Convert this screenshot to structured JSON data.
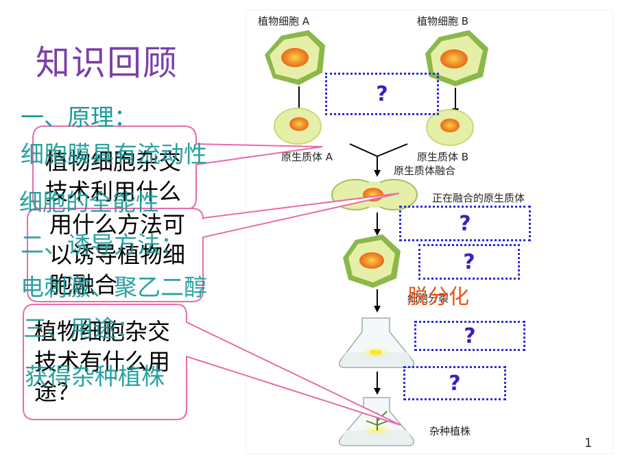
{
  "slide": {
    "title": "知识回顾",
    "page_number": "1"
  },
  "answers": {
    "heading_principle": "一、原理：",
    "principle_1": "细胞膜具有流动性",
    "principle_2": "细胞的全能性",
    "heading_method": "二、诱导方法：",
    "method_1": "电刺激、聚乙二醇",
    "heading_use": "三、用途：",
    "use_1": "获得杂种植株"
  },
  "callouts": [
    {
      "lines": [
        "植物细胞杂交",
        "技术利用什么"
      ]
    },
    {
      "lines": [
        "用什么方法可",
        "以诱导植物细",
        "胞融合"
      ]
    },
    {
      "lines": [
        "植物细胞杂交",
        "技术有什么用",
        "途？"
      ]
    }
  ],
  "diagram": {
    "cell_a": "植物细胞 A",
    "cell_b": "植物细胞 B",
    "protoplast_a": "原生质体 A",
    "protoplast_b": "原生质体 B",
    "fusion": "原生质体融合",
    "fusing": "正在融合的原生质体",
    "division": "细胞分裂",
    "hybrid": "杂种植株",
    "dediff": "脱分化",
    "q1": "?",
    "q2": "?",
    "q3": "?",
    "q4": "?",
    "q5": "?"
  },
  "colors": {
    "title": "#7b3fa8",
    "answer_teal": "#1a9a9a",
    "heading_purple": "#8a2be2",
    "callout_border": "#e86aa8",
    "qbox_border": "#2a2ad4",
    "dediff_orange": "#e8541c",
    "cell_green": "#e6efa8",
    "cell_nucleus": "#f0902a"
  }
}
